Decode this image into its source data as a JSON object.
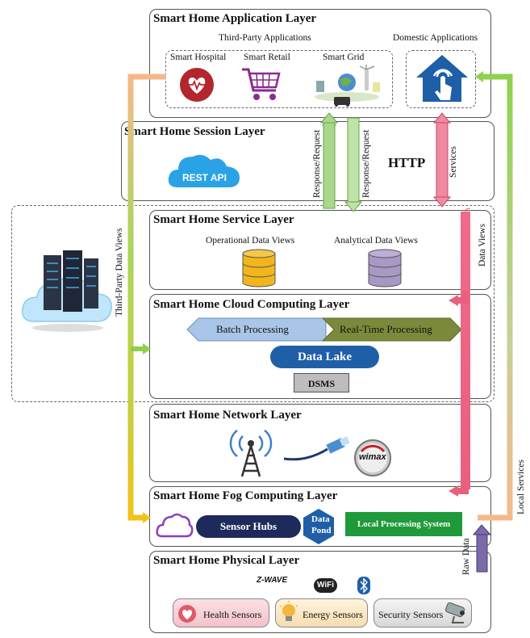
{
  "layers": {
    "application": {
      "title": "Smart Home Application Layer",
      "third_party_title": "Third-Party Applications",
      "domestic_title": "Domestic Applications",
      "apps": {
        "hospital": "Smart Hospital",
        "retail": "Smart Retail",
        "grid": "Smart Grid"
      }
    },
    "session": {
      "title": "Smart Home Session Layer",
      "rest_api": "REST API",
      "http": "HTTP"
    },
    "service": {
      "title": "Smart Home Service Layer",
      "operational": "Operational Data Views",
      "analytical": "Analytical Data Views"
    },
    "cloud": {
      "title": "Smart Home Cloud Computing Layer",
      "batch": "Batch Processing",
      "realtime": "Real-Time Processing",
      "data_lake": "Data Lake",
      "dsms": "DSMS"
    },
    "network": {
      "title": "Smart Home Network Layer",
      "wimax": "wimax"
    },
    "fog": {
      "title": "Smart Home Fog Computing Layer",
      "sensor_hubs": "Sensor Hubs",
      "data_pond_1": "Data",
      "data_pond_2": "Pond",
      "local_processing": "Local Processing System"
    },
    "physical": {
      "title": "Smart Home Physical Layer",
      "zwave": "Z-WAVE",
      "wifi": "WiFi",
      "sensors": {
        "health": "Health Sensors",
        "energy": "Energy Sensors",
        "security": "Security Sensors"
      }
    }
  },
  "arrows": {
    "response_request_1": "Response/Request",
    "response_request_2": "Response/Request",
    "services": "Services",
    "third_party_data_views": "Third-Party Data Views",
    "data_views": "Data Views",
    "local_services": "Local Services",
    "raw_data": "Raw Data"
  },
  "colors": {
    "accent_blue": "#1f5fa8",
    "navy": "#1e2a5c",
    "green": "#2e9a3a",
    "olive": "#7a8a3a",
    "pink_arrow": "#e75a7a",
    "gold_db": "#f2b61c",
    "lavender_db": "#a898c4"
  }
}
